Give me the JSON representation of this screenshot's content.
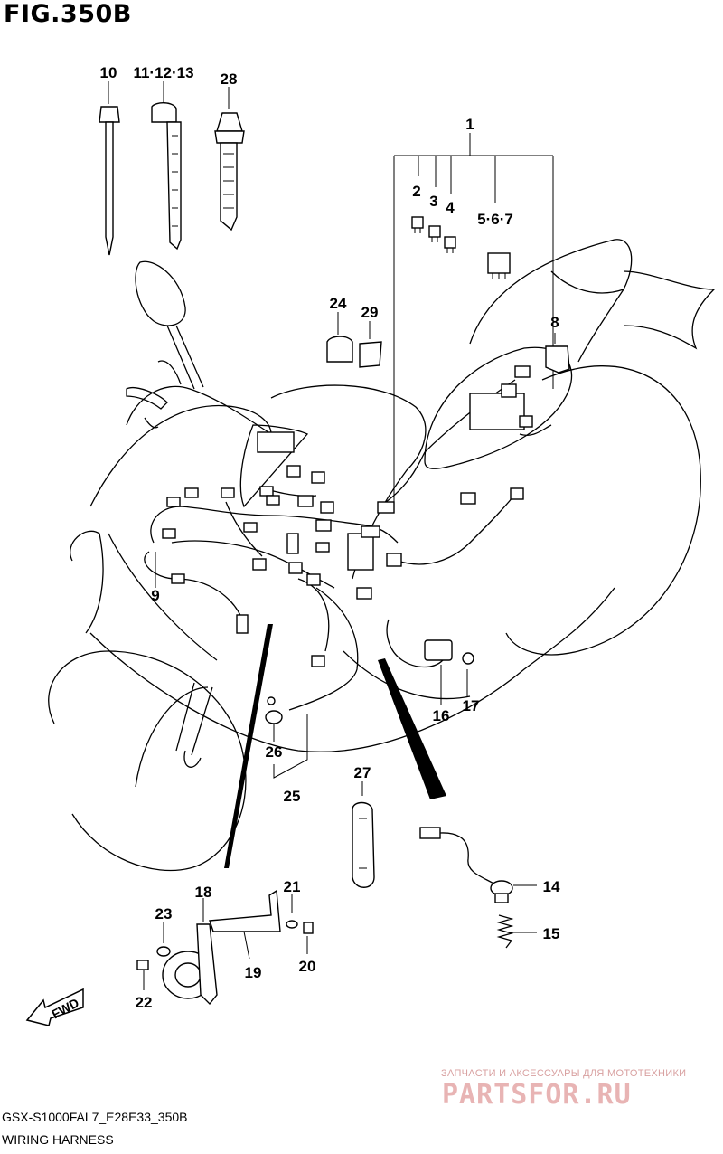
{
  "figure": {
    "title": "FIG.350B",
    "model_code": "GSX-S1000FAL7_E28E33_350B",
    "section_name": "WIRING HARNESS",
    "direction_label": "FWD"
  },
  "callouts": {
    "c1": "1",
    "c2": "2",
    "c3": "3",
    "c4": "4",
    "c5_6_7": "5·6·7",
    "c8": "8",
    "c9": "9",
    "c10": "10",
    "c11_12_13": "11·12·13",
    "c14": "14",
    "c15": "15",
    "c16": "16",
    "c17": "17",
    "c18": "18",
    "c19": "19",
    "c20": "20",
    "c21": "21",
    "c22": "22",
    "c23": "23",
    "c24": "24",
    "c25": "25",
    "c26": "26",
    "c27": "27",
    "c28": "28",
    "c29": "29"
  },
  "watermark": {
    "tagline": "ЗАПЧАСТИ И АКСЕССУАРЫ ДЛЯ МОТОТЕХНИКИ",
    "logo": "PARTSFOR.RU"
  }
}
